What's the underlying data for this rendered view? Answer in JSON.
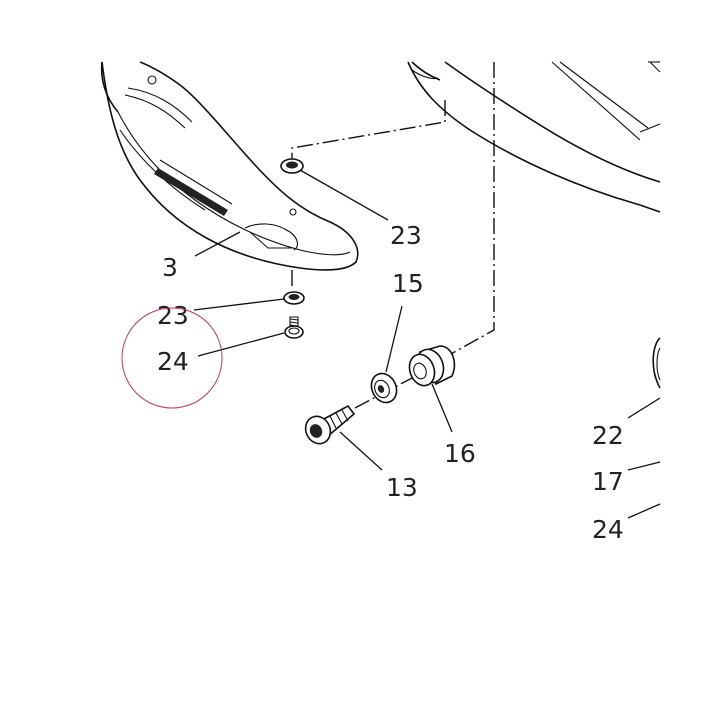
{
  "callouts": {
    "c3": "3",
    "c23_top": "23",
    "c23_mid": "23",
    "c24_left": "24",
    "c15": "15",
    "c16": "16",
    "c13": "13",
    "c22": "22",
    "c17": "17",
    "c24_right": "24"
  },
  "colors": {
    "line": "#111111",
    "highlight_circle": "#c2365a",
    "background": "#ffffff"
  },
  "highlight": {
    "target": "24"
  }
}
